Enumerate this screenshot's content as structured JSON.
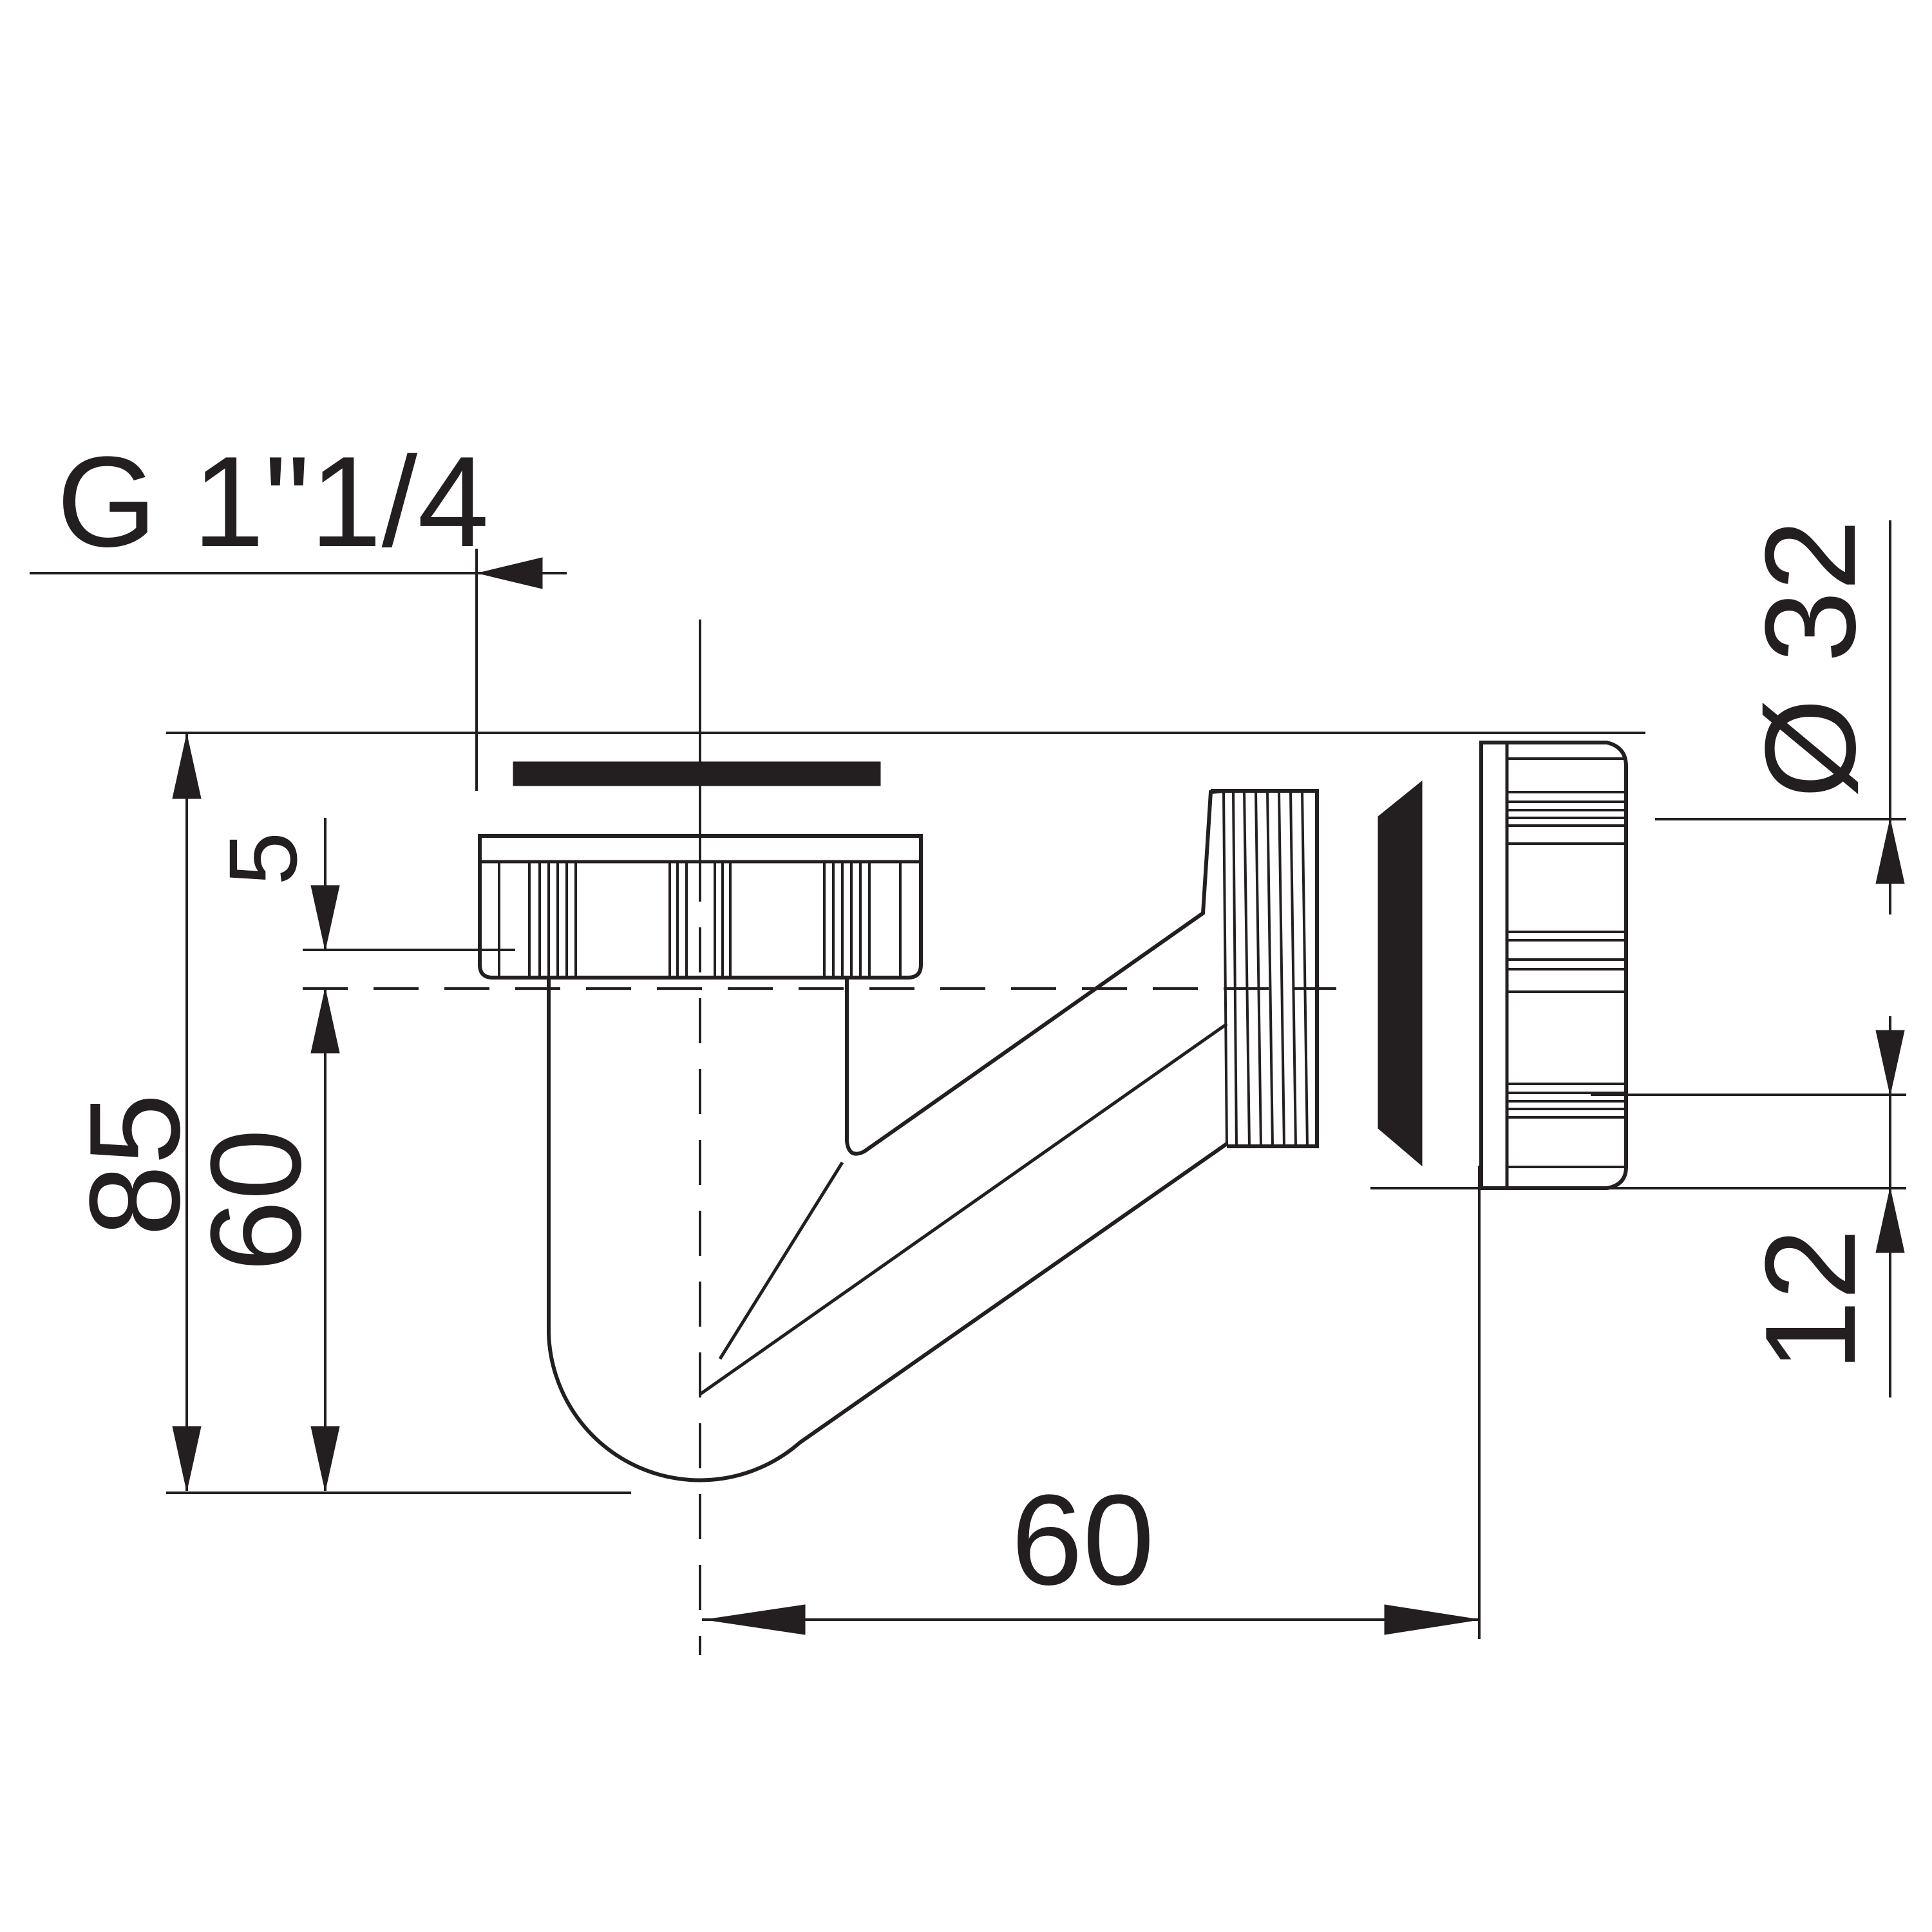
{
  "drawing": {
    "labels": {
      "thread": "G 1\"1/4",
      "outlet_diameter": "Ø 32",
      "overall_height": "85",
      "trap_height": "60",
      "offset": "5",
      "outlet_offset": "12",
      "horizontal_reach": "60"
    }
  }
}
